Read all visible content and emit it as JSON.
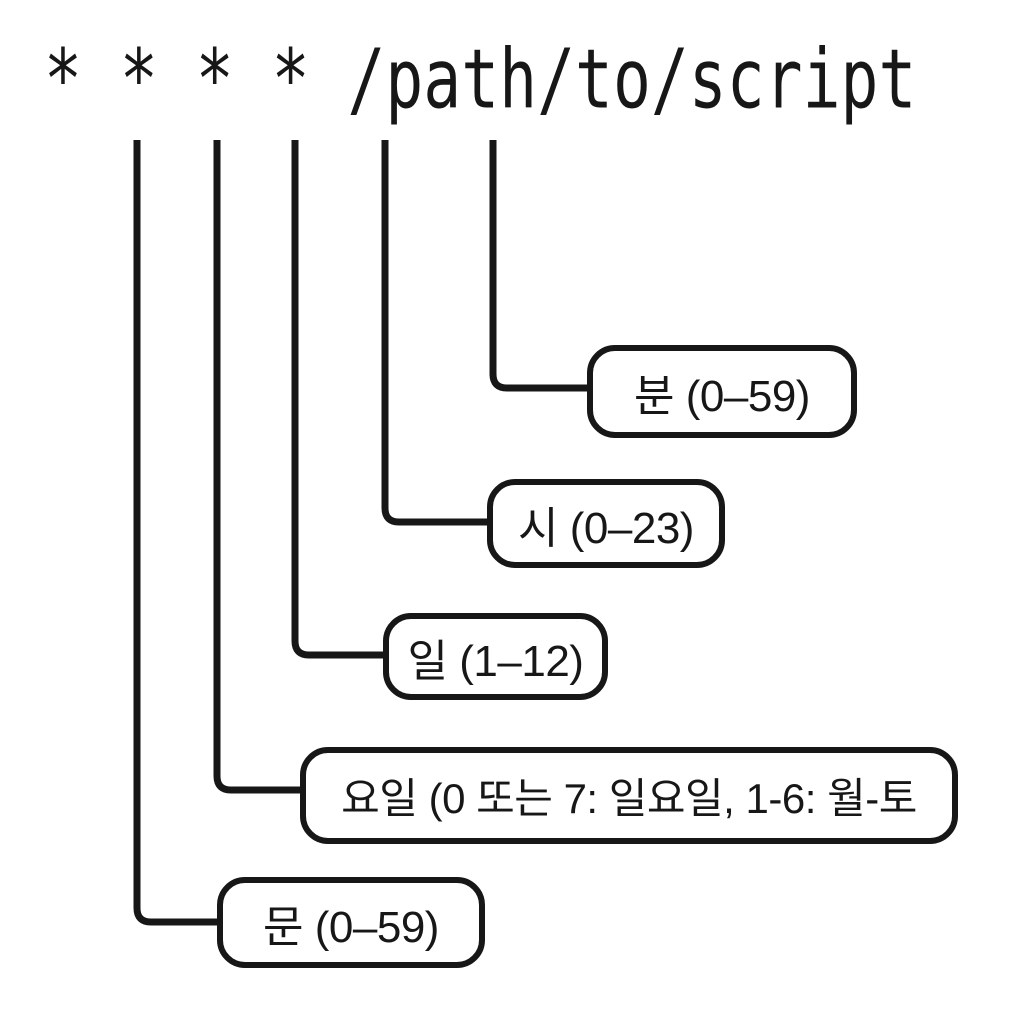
{
  "diagram": {
    "command": "* * * * /path/to/script",
    "labels": [
      {
        "text": "분 (0–59)"
      },
      {
        "text": "시 (0–23)"
      },
      {
        "text": "일 (1–12)"
      },
      {
        "text": "요일 (0 또는 7: 일요일, 1-6: 월-토"
      },
      {
        "text": "문 (0–59)"
      }
    ]
  },
  "colors": {
    "ink": "#171717",
    "background": "#ffffff"
  }
}
